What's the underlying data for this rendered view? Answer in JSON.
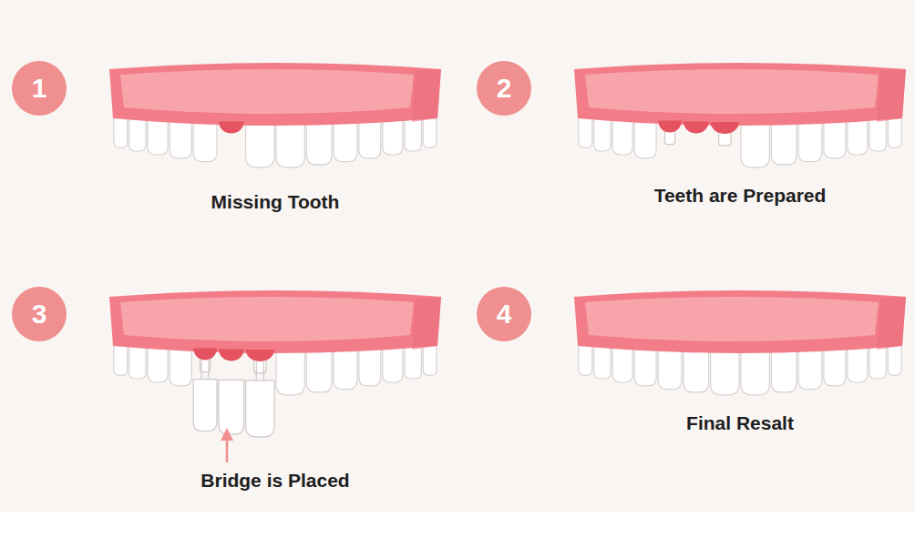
{
  "diagram": {
    "nodes": [
      {
        "text": [
          "1"
        ]
      },
      {
        "text": [
          "2"
        ]
      },
      {
        "text": [
          "3"
        ]
      },
      {
        "text": [
          "4"
        ]
      }
    ],
    "labels": [
      "Missing Tooth",
      "Teeth are Prepared",
      "Bridge is Placed",
      "Final Resalt"
    ]
  }
}
